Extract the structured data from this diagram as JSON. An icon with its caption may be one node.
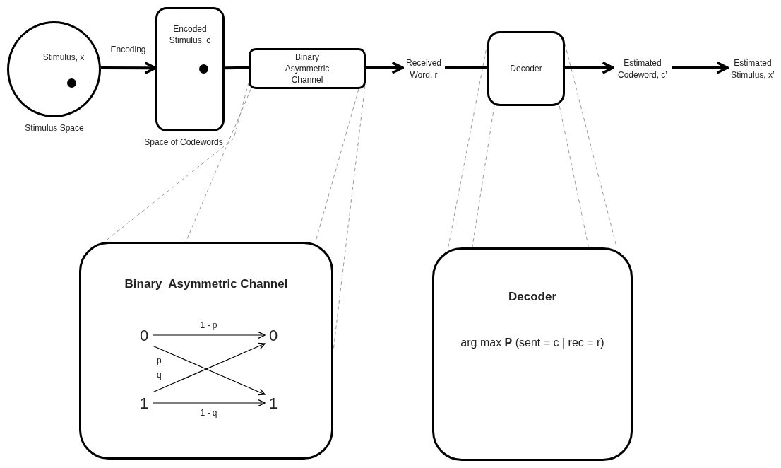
{
  "diagram": {
    "nodes": [
      {
        "text": [
          "Stimulus, x"
        ],
        "beside": [
          "Stimulus Space"
        ]
      },
      {
        "text": [
          "Encoded Stimulus, c"
        ],
        "beside": [
          "Space of Codewords"
        ]
      },
      {
        "text": [
          "Binary Asymmetric Channel"
        ]
      },
      {
        "text": [
          "Received Word, r"
        ]
      },
      {
        "text": [
          "Decoder"
        ]
      },
      {
        "text": [
          "Estimated Codeword, c’"
        ]
      },
      {
        "text": [
          "Estimated Stimulus, x’"
        ]
      },
      {
        "text": [
          "Binary  Asymmetric Channel"
        ]
      },
      {
        "text": [
          "0"
        ],
        "in": 7
      },
      {
        "text": [
          "0"
        ],
        "in": 7
      },
      {
        "text": [
          "1"
        ],
        "in": 7
      },
      {
        "text": [
          "1"
        ],
        "in": 7
      },
      {
        "text": [
          "Decoder",
          "arg max **P** (sent = c | rec = r)"
        ]
      }
    ],
    "edges": [
      {
        "from": 0,
        "to": 1,
        "arrow": "to",
        "label": "Encoding",
        "style": "thick"
      },
      {
        "from": 1,
        "to": 2,
        "arrow": "none",
        "style": "thick"
      },
      {
        "from": 2,
        "to": 3,
        "arrow": "to",
        "style": "thick"
      },
      {
        "from": 3,
        "to": 4,
        "arrow": "none",
        "style": "thick"
      },
      {
        "from": 4,
        "to": 5,
        "arrow": "to",
        "style": "thick"
      },
      {
        "from": 5,
        "to": 6,
        "arrow": "to",
        "style": "thick"
      },
      {
        "from": 2,
        "to": 7,
        "arrow": "none",
        "style": "dashed",
        "color": "#999999"
      },
      {
        "from": 2,
        "to": 7,
        "arrow": "none",
        "style": "dashed",
        "color": "#999999"
      },
      {
        "from": 2,
        "to": 7,
        "arrow": "none",
        "style": "dashed",
        "color": "#999999"
      },
      {
        "from": 2,
        "to": 7,
        "arrow": "none",
        "style": "dashed",
        "color": "#999999"
      },
      {
        "from": 4,
        "to": 12,
        "arrow": "none",
        "style": "dashed",
        "color": "#999999"
      },
      {
        "from": 4,
        "to": 12,
        "arrow": "none",
        "style": "dashed",
        "color": "#999999"
      },
      {
        "from": 4,
        "to": 12,
        "arrow": "none",
        "style": "dashed",
        "color": "#999999"
      },
      {
        "from": 4,
        "to": 12,
        "arrow": "none",
        "style": "dashed",
        "color": "#999999"
      },
      {
        "from": 8,
        "to": 9,
        "arrow": "to",
        "label": "1 - p"
      },
      {
        "from": 8,
        "to": 11,
        "arrow": "to",
        "label": "p"
      },
      {
        "from": 10,
        "to": 9,
        "arrow": "to",
        "label": "q"
      },
      {
        "from": 10,
        "to": 11,
        "arrow": "to",
        "label": "1 - q"
      }
    ]
  }
}
